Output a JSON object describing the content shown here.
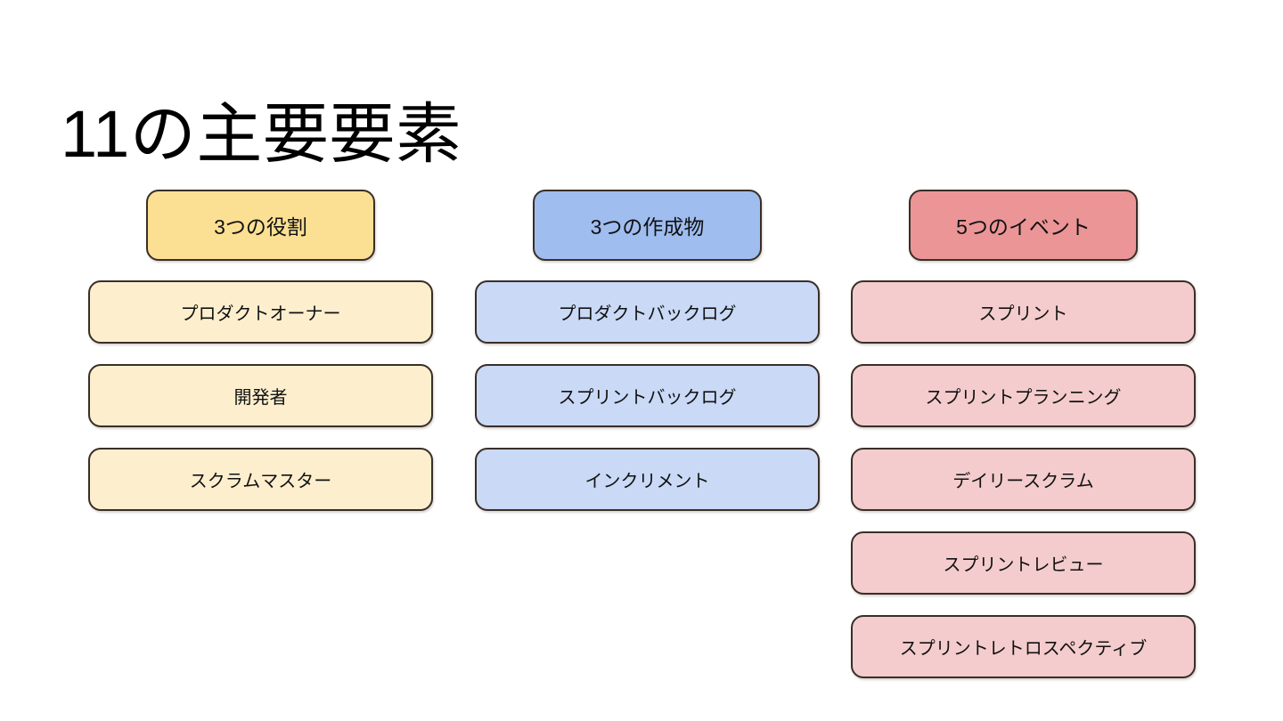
{
  "slide": {
    "title": "11の主要要素",
    "background": "#FFFFFF",
    "border_color": "#3A2E28",
    "text_color": "#111111"
  },
  "columns": [
    {
      "id": "roles",
      "header_label": "3つの役割",
      "header_fill": "#FBE094",
      "item_fill": "#FDEFCE",
      "items": [
        {
          "label": "プロダクトオーナー"
        },
        {
          "label": "開発者"
        },
        {
          "label": "スクラムマスター"
        }
      ]
    },
    {
      "id": "artifacts",
      "header_label": "3つの作成物",
      "header_fill": "#9FBDEF",
      "item_fill": "#C9D9F6",
      "items": [
        {
          "label": "プロダクトバックログ"
        },
        {
          "label": "スプリントバックログ"
        },
        {
          "label": "インクリメント"
        }
      ]
    },
    {
      "id": "events",
      "header_label": "5つのイベント",
      "header_fill": "#EB9597",
      "item_fill": "#F4CCCD",
      "items": [
        {
          "label": "スプリント"
        },
        {
          "label": "スプリントプランニング"
        },
        {
          "label": "デイリースクラム"
        },
        {
          "label": "スプリントレビュー"
        },
        {
          "label": "スプリントレトロスペクティブ"
        }
      ]
    }
  ]
}
